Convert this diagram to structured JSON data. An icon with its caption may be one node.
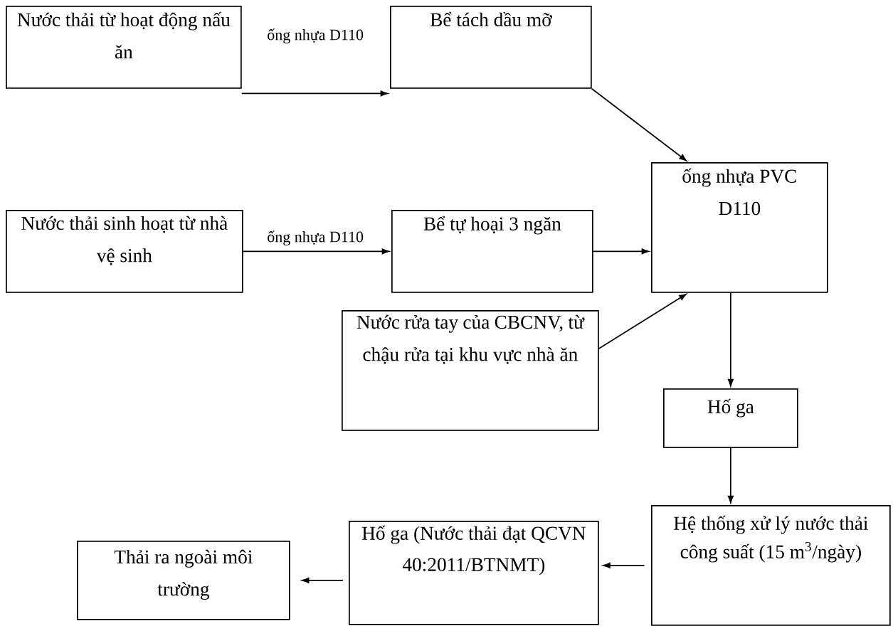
{
  "diagram": {
    "nodes": [
      {
        "text": [
          "Nước thải từ hoạt động nấu ăn"
        ]
      },
      {
        "text": [
          "Bể tách dầu mỡ"
        ]
      },
      {
        "text": [
          "Nước thải sinh hoạt từ nhà vệ sinh"
        ]
      },
      {
        "text": [
          "Bể tự hoại 3 ngăn"
        ]
      },
      {
        "text": [
          "ống nhựa PVC D110"
        ]
      },
      {
        "text": [
          "Nước rửa tay của CBCNV, từ chậu rửa tại khu vực nhà ăn"
        ]
      },
      {
        "text": [
          "Hố ga"
        ]
      },
      {
        "text": [
          "Hệ thống xử lý nước thải công suất (15 m$^{3}$/ngày)"
        ]
      },
      {
        "text": [
          "Hố ga (Nước thải đạt QCVN 40:2011/BTNMT)"
        ]
      },
      {
        "text": [
          "Thải ra ngoài môi trường"
        ]
      }
    ],
    "edges": [
      {
        "from": 0,
        "to": 1,
        "arrow": "to",
        "label": "ống nhựa D110"
      },
      {
        "from": 1,
        "to": 4,
        "arrow": "to"
      },
      {
        "from": 2,
        "to": 3,
        "arrow": "to",
        "label": "ống nhựa D110"
      },
      {
        "from": 3,
        "to": 4,
        "arrow": "to"
      },
      {
        "from": 5,
        "to": 4,
        "arrow": "to"
      },
      {
        "from": 4,
        "to": 6,
        "arrow": "to"
      },
      {
        "from": 6,
        "to": 7,
        "arrow": "to"
      },
      {
        "from": 7,
        "to": 8,
        "arrow": "to"
      },
      {
        "from": 8,
        "to": 9,
        "arrow": "to"
      }
    ]
  }
}
